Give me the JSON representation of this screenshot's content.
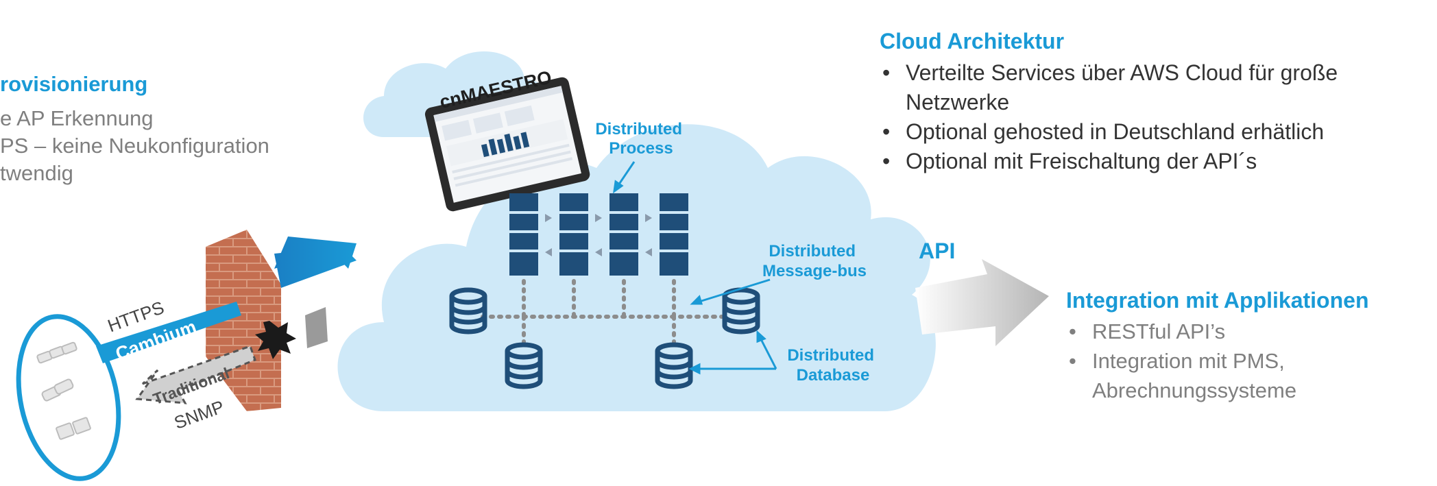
{
  "left_section": {
    "title": "rovisionierung",
    "lines": [
      "e AP Erkennung",
      "PS – keine Neukonfiguration",
      "twendig"
    ]
  },
  "cloud": {
    "app_name": "cnMAESTRO",
    "labels": {
      "process": [
        "Distributed",
        "Process"
      ],
      "message_bus": [
        "Distributed",
        "Message-bus"
      ],
      "database": [
        "Distributed",
        "Database"
      ]
    }
  },
  "connections": {
    "https": "HTTPS",
    "cambium": "Cambium",
    "traditional": "Traditional",
    "snmp": "SNMP"
  },
  "right_top": {
    "title": "Cloud Architektur",
    "bullets": [
      [
        "Verteilte Services über AWS Cloud für große",
        "Netzwerke"
      ],
      [
        "Optional gehosted in Deutschland erhätlich"
      ],
      [
        "Optional mit Freischaltung der API´s"
      ]
    ]
  },
  "api_label": "API",
  "right_bottom": {
    "title": "Integration mit Applikationen",
    "bullets": [
      [
        "RESTful API’s"
      ],
      [
        "Integration mit PMS,",
        "Abrechnungssysteme"
      ]
    ]
  },
  "bullet_char": "•",
  "colors": {
    "accent_blue": "#1a9ad6",
    "navy": "#1f4e79",
    "cloud_fill": "#cfe9f8",
    "brick": "#c9795a"
  }
}
